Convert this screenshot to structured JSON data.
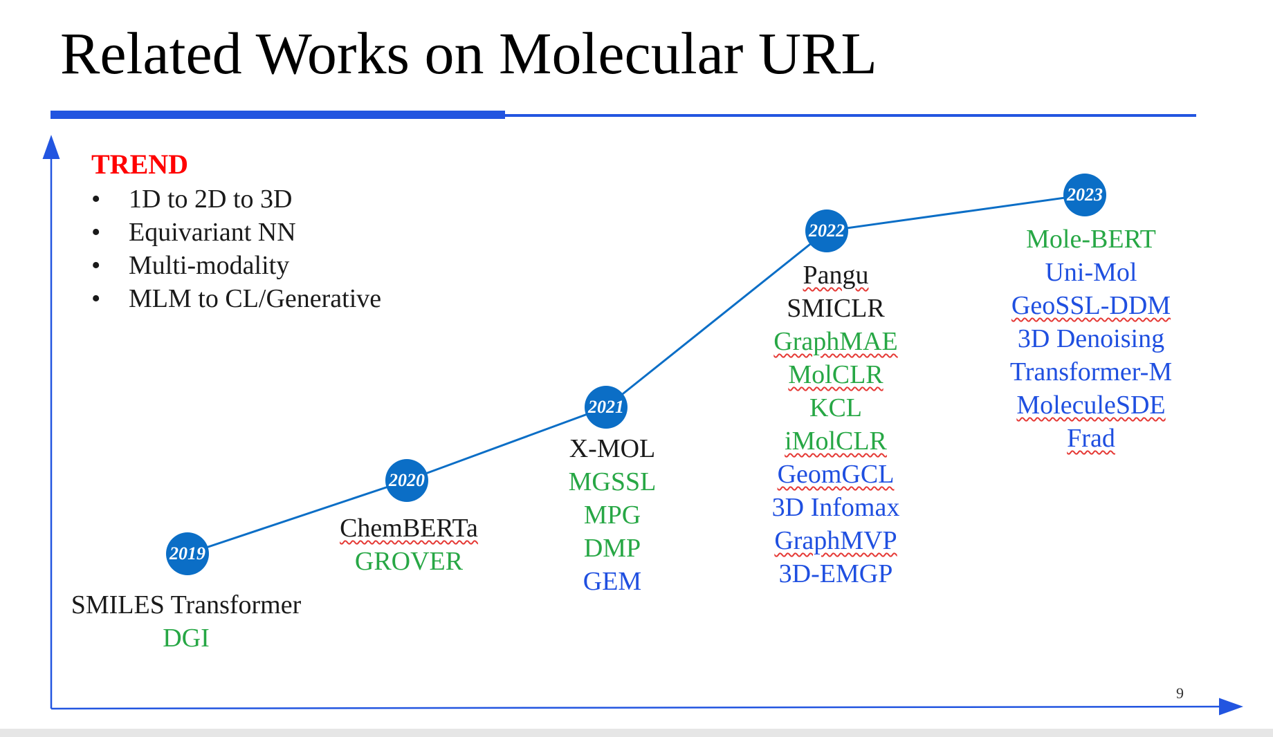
{
  "slide": {
    "title": "Related Works on Molecular URL",
    "page_number": "9"
  },
  "trend": {
    "heading": "TREND",
    "items": [
      "1D to 2D to 3D",
      "Equivariant NN",
      "Multi-modality",
      "MLM to CL/Generative"
    ]
  },
  "timeline": [
    {
      "year": "2019",
      "works": [
        {
          "name": "SMILES Transformer",
          "color": "#1a1a1a",
          "spellcheck": false
        },
        {
          "name": "DGI",
          "color": "#27a745",
          "spellcheck": false
        }
      ]
    },
    {
      "year": "2020",
      "works": [
        {
          "name": "ChemBERTa",
          "color": "#1a1a1a",
          "spellcheck": true
        },
        {
          "name": "GROVER",
          "color": "#27a745",
          "spellcheck": false
        }
      ]
    },
    {
      "year": "2021",
      "works": [
        {
          "name": "X-MOL",
          "color": "#1a1a1a",
          "spellcheck": false
        },
        {
          "name": "MGSSL",
          "color": "#27a745",
          "spellcheck": false
        },
        {
          "name": "MPG",
          "color": "#27a745",
          "spellcheck": false
        },
        {
          "name": "DMP",
          "color": "#27a745",
          "spellcheck": false
        },
        {
          "name": "GEM",
          "color": "#1f4fe0",
          "spellcheck": false
        }
      ]
    },
    {
      "year": "2022",
      "works": [
        {
          "name": "Pangu",
          "color": "#1a1a1a",
          "spellcheck": true
        },
        {
          "name": "SMICLR",
          "color": "#1a1a1a",
          "spellcheck": false
        },
        {
          "name": "GraphMAE",
          "color": "#27a745",
          "spellcheck": true
        },
        {
          "name": "MolCLR",
          "color": "#27a745",
          "spellcheck": true
        },
        {
          "name": "KCL",
          "color": "#27a745",
          "spellcheck": false
        },
        {
          "name": "iMolCLR",
          "color": "#27a745",
          "spellcheck": true
        },
        {
          "name": "GeomGCL",
          "color": "#1f4fe0",
          "spellcheck": true
        },
        {
          "name": "3D Infomax",
          "color": "#1f4fe0",
          "spellcheck": false
        },
        {
          "name": "GraphMVP",
          "color": "#1f4fe0",
          "spellcheck": true
        },
        {
          "name": "3D-EMGP",
          "color": "#1f4fe0",
          "spellcheck": false
        }
      ]
    },
    {
      "year": "2023",
      "works": [
        {
          "name": "Mole-BERT",
          "color": "#27a745",
          "spellcheck": false
        },
        {
          "name": "Uni-Mol",
          "color": "#1f4fe0",
          "spellcheck": false
        },
        {
          "name": "GeoSSL-DDM",
          "color": "#1f4fe0",
          "spellcheck": true
        },
        {
          "name": "3D Denoising",
          "color": "#1f4fe0",
          "spellcheck": false
        },
        {
          "name": "Transformer-M",
          "color": "#1f4fe0",
          "spellcheck": false
        },
        {
          "name": "MoleculeSDE",
          "color": "#1f4fe0",
          "spellcheck": true
        },
        {
          "name": "Frad",
          "color": "#1f4fe0",
          "spellcheck": true
        }
      ]
    }
  ],
  "colors": {
    "accent_blue": "#2255e0",
    "node_blue": "#0b6ec6",
    "trend_red": "#ff0000"
  }
}
